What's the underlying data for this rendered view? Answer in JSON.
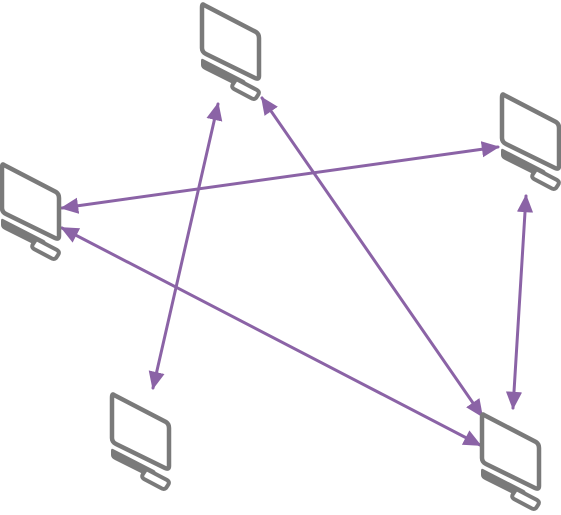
{
  "diagram": {
    "node_icon": "laptop-icon",
    "colors": {
      "node": "#7a7a7a",
      "link": "#8b63a6",
      "background": "#ffffff"
    },
    "nodes": [
      {
        "id": "top-center"
      },
      {
        "id": "right-upper"
      },
      {
        "id": "left-upper"
      },
      {
        "id": "bottom-left"
      },
      {
        "id": "bottom-right"
      }
    ],
    "links": [
      {
        "from": "left-upper",
        "to": "right-upper",
        "bidirectional": true
      },
      {
        "from": "top-center",
        "to": "bottom-left",
        "bidirectional": true
      },
      {
        "from": "top-center",
        "to": "bottom-right",
        "bidirectional": true
      },
      {
        "from": "left-upper",
        "to": "bottom-right",
        "bidirectional": true
      },
      {
        "from": "right-upper",
        "to": "bottom-right",
        "bidirectional": true
      }
    ]
  }
}
